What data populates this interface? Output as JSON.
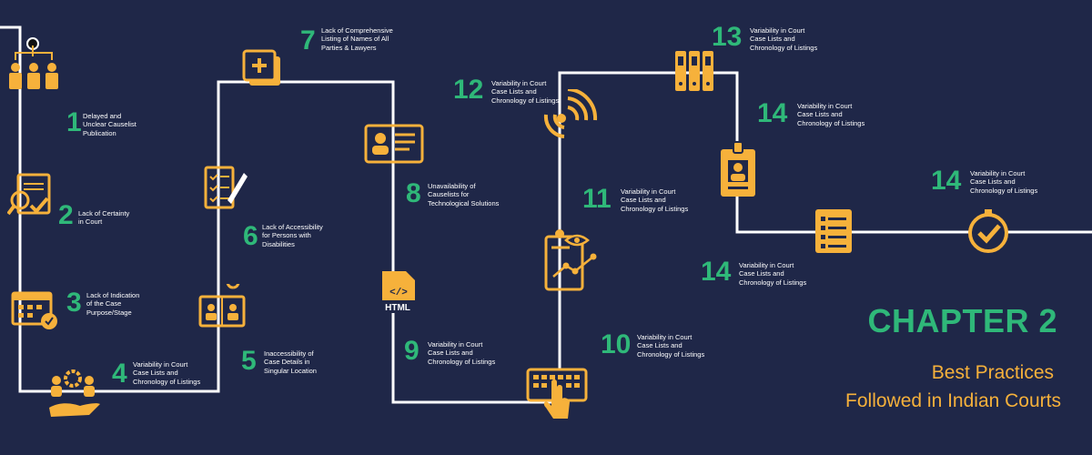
{
  "colors": {
    "background": "#1f2748",
    "number": "#2fb879",
    "icon": "#f6b13b",
    "line": "#ffffff"
  },
  "title": "CHAPTER 2",
  "subtitle_line1": "Best Practices",
  "subtitle_line2": "Followed in Indian Courts",
  "steps": [
    {
      "num": "1",
      "lines": [
        "Delayed and",
        "Unclear Causelist",
        "Publication"
      ],
      "icon": "hierarchy-icon"
    },
    {
      "num": "2",
      "lines": [
        "Lack of Certainty",
        "in Court"
      ],
      "icon": "document-magnifier-icon"
    },
    {
      "num": "3",
      "lines": [
        "Lack of Indication",
        "of the Case",
        "Purpose/Stage"
      ],
      "icon": "calendar-check-icon"
    },
    {
      "num": "4",
      "lines": [
        "Variability in Court",
        "Case Lists and",
        "Chronology of Listings"
      ],
      "icon": "hand-team-gear-icon"
    },
    {
      "num": "5",
      "lines": [
        "Inaccessibility of",
        "Case Details in",
        "Singular Location"
      ],
      "icon": "video-conference-icon"
    },
    {
      "num": "6",
      "lines": [
        "Lack of Accessibility",
        "for Persons with",
        "Disabilities"
      ],
      "icon": "checklist-pen-icon"
    },
    {
      "num": "7",
      "lines": [
        "Lack of Comprehensive",
        "Listing of Names of All",
        "Parties & Lawyers"
      ],
      "icon": "add-document-icon"
    },
    {
      "num": "8",
      "lines": [
        "Unavailability of",
        "Causelists for",
        "Technological Solutions"
      ],
      "icon": "id-card-icon"
    },
    {
      "num": "9",
      "lines": [
        "Variability in Court",
        "Case Lists and",
        "Chronology of Listings"
      ],
      "icon": "html-file-icon"
    },
    {
      "num": "10",
      "lines": [
        "Variability in Court",
        "Case Lists and",
        "Chronology of Listings"
      ],
      "icon": "keyboard-touch-icon"
    },
    {
      "num": "11",
      "lines": [
        "Variability in Court",
        "Case Lists and",
        "Chronology of Listings"
      ],
      "icon": "analytics-eye-icon"
    },
    {
      "num": "12",
      "lines": [
        "Variability in Court",
        "Case Lists and",
        "Chronology of Listings"
      ],
      "icon": "signal-icon"
    },
    {
      "num": "13",
      "lines": [
        "Variability in Court",
        "Case Lists and",
        "Chronology of Listings"
      ],
      "icon": "binders-icon"
    },
    {
      "num": "14",
      "lines": [
        "Variability in Court",
        "Case Lists and",
        "Chronology of Listings"
      ],
      "icon": "badge-icon"
    },
    {
      "num": "14",
      "lines": [
        "Variability in Court",
        "Case Lists and",
        "Chronology of Listings"
      ],
      "icon": "list-icon"
    },
    {
      "num": "14",
      "lines": [
        "Variability in Court",
        "Case Lists and",
        "Chronology of Listings"
      ],
      "icon": "clock-check-icon"
    }
  ]
}
